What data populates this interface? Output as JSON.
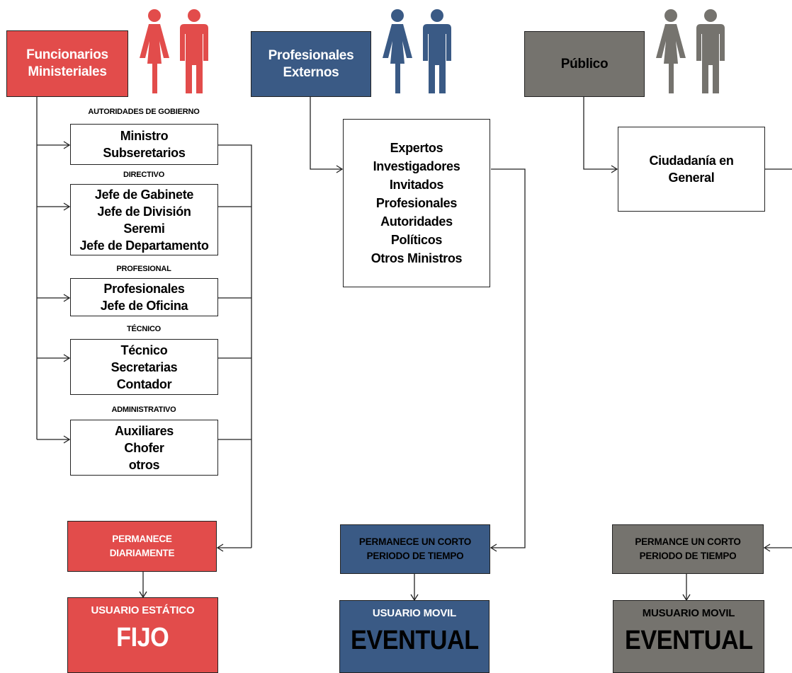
{
  "colors": {
    "red": "#e24c4b",
    "blue": "#3a5a85",
    "gray": "#75736e",
    "line": "#222222"
  },
  "columns": {
    "funcionarios": {
      "header": [
        "Funcionarios",
        "Ministeriales"
      ],
      "icon": "people-icon-red",
      "categories": [
        {
          "label": "AUTORIDADES DE GOBIERNO",
          "roles": [
            "Ministro",
            "Subseretarios"
          ]
        },
        {
          "label": "DIRECTIVO",
          "roles": [
            "Jefe de Gabinete",
            "Jefe de División",
            "Seremi",
            "Jefe de Departamento"
          ]
        },
        {
          "label": "PROFESIONAL",
          "roles": [
            "Profesionales",
            "Jefe de Oficina"
          ]
        },
        {
          "label": "TÉCNICO",
          "roles": [
            "Técnico",
            "Secretarias",
            "Contador"
          ]
        },
        {
          "label": "ADMINISTRATIVO",
          "roles": [
            "Auxiliares",
            "Chofer",
            "otros"
          ]
        }
      ],
      "stay": [
        "PERMANECE",
        "DIARIAMENTE"
      ],
      "user_type": "USUARIO ESTÁTICO",
      "user_class": "FIJO"
    },
    "externos": {
      "header": [
        "Profesionales",
        "Externos"
      ],
      "icon": "people-icon-blue",
      "roles": [
        "Expertos",
        "Investigadores",
        "Invitados",
        "Profesionales",
        "Autoridades",
        "Políticos",
        "Otros Ministros"
      ],
      "stay": [
        "PERMANECE UN CORTO",
        "PERIODO DE TIEMPO"
      ],
      "user_type": "USUARIO MOVIL",
      "user_class": "EVENTUAL"
    },
    "publico": {
      "header": [
        "Público"
      ],
      "icon": "people-icon-gray",
      "roles": [
        "Ciudadanía en",
        "General"
      ],
      "stay": [
        "PERMANCE UN CORTO",
        "PERIODO DE TIEMPO"
      ],
      "user_type": "MUSUARIO MOVIL",
      "user_class": "EVENTUAL"
    }
  }
}
